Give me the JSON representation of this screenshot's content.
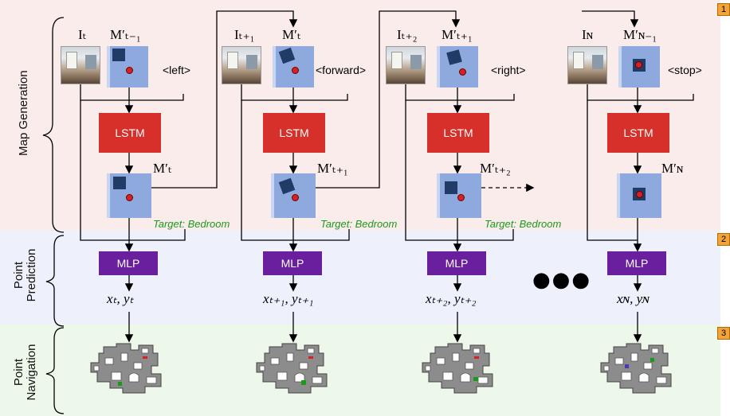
{
  "stages": {
    "map_generation": {
      "label": "Map Generation",
      "number": "1",
      "color": "#fbecec"
    },
    "point_prediction": {
      "label_line1": "Point",
      "label_line2": "Prediction",
      "number": "2",
      "color": "#eef0fb"
    },
    "point_navigation": {
      "label_line1": "Point",
      "label_line2": "Navigation",
      "number": "3",
      "color": "#eef8ea"
    }
  },
  "modules": {
    "lstm": "LSTM",
    "mlp": "MLP"
  },
  "ellipsis": "●●●",
  "columns": [
    {
      "image": "Iₜ",
      "map_in": "M′ₜ₋₁",
      "action": "<left>",
      "map_out": "M′ₜ",
      "target": "Target: Bedroom",
      "coord": "xₜ, yₜ"
    },
    {
      "image": "Iₜ₊₁",
      "map_in": "M′ₜ",
      "action": "<forward>",
      "map_out": "M′ₜ₊₁",
      "target": "Target: Bedroom",
      "coord": "xₜ₊₁, yₜ₊₁"
    },
    {
      "image": "Iₜ₊₂",
      "map_in": "M′ₜ₊₁",
      "action": "<right>",
      "map_out": "M′ₜ₊₂",
      "target": "Target: Bedroom",
      "coord": "xₜ₊₂, yₜ₊₂"
    },
    {
      "image": "Iɴ",
      "map_in": "M′ɴ₋₁",
      "action": "<stop>",
      "map_out": "M′ɴ",
      "target": "",
      "coord": "xɴ, yɴ"
    }
  ],
  "colors": {
    "lstm": "#d7302a",
    "mlp": "#6a1f9e",
    "target_text": "#1a9a1a",
    "map": "#8ea9de",
    "stage_marker": "#f2a33a"
  }
}
